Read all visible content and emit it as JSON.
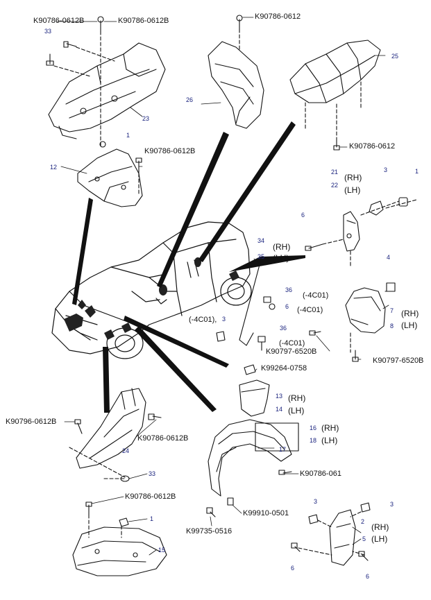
{
  "part_numbers": {
    "k90786_0612b_a": "K90786-0612B",
    "k90786_0612b_b": "K90786-0612B",
    "k90786_0612_top": "K90786-0612",
    "k90786_0612_right": "K90786-0612",
    "k90786_0612b_c": "K90786-0612B",
    "k90797_6520b_a": "K90797-6520B",
    "k90797_6520b_b": "K90797-6520B",
    "k99264_0758": "K99264-0758",
    "k90796_0612b": "K90796-0612B",
    "k90786_0612b_d": "K90786-0612B",
    "k90786_061": "K90786-061",
    "k90786_0612b_e": "K90786-0612B",
    "k99910_0501": "K99910-0501",
    "k99735_0516": "K99735-0516"
  },
  "callouts": {
    "n33a": "33",
    "n23": "23",
    "n1a": "1",
    "n12": "12",
    "n26": "26",
    "n25": "25",
    "n21": "21",
    "n22": "22",
    "n3a": "3",
    "n1b": "1",
    "n6a": "6",
    "n34": "34",
    "n35": "35",
    "n4": "4",
    "n36a": "36",
    "n6b": "6",
    "n3b": "3",
    "n36b": "36",
    "n7": "7",
    "n8": "8",
    "n13": "13",
    "n14": "14",
    "n16": "16",
    "n18": "18",
    "n17": "17",
    "n24": "24",
    "n33b": "33",
    "n1c": "1",
    "n15": "15",
    "n3c": "3",
    "n3d": "3",
    "n2": "2",
    "n5": "5",
    "n6c": "6",
    "n6d": "6"
  },
  "side_labels": {
    "rh_21": "(RH)",
    "lh_22": "(LH)",
    "rh_34": "(RH)",
    "lh_35": "(LH)",
    "rh_7": "(RH)",
    "lh_8": "(LH)",
    "rh_13": "(RH)",
    "lh_14": "(LH)",
    "rh_16": "(RH)",
    "lh_18": "(LH)",
    "rh_2": "(RH)",
    "lh_5": "(LH)"
  },
  "codes": {
    "c4c01_a": "(-4C01)",
    "c4c01_b": "(-4C01)",
    "c4c01_c": "(-4C01),",
    "c4c01_d": "(-4C01)"
  }
}
